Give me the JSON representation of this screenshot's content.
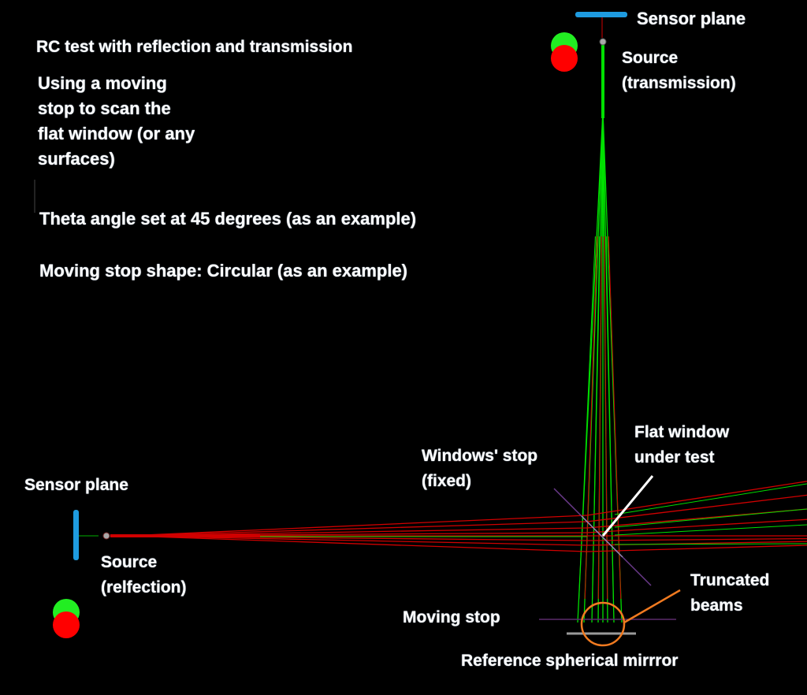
{
  "title": "RC test with reflection and transmission",
  "intro": "Using a moving\nstop to scan the\nflat window (or any\nsurfaces)",
  "notes": {
    "theta": "Theta angle set at 45 degrees (as an example)",
    "stop_shape": "Moving stop shape: Circular (as an example)"
  },
  "labels": {
    "sensor_plane_top": "Sensor plane",
    "source_transmission": "Source\n(transmission)",
    "flat_window": "Flat window\nunder test",
    "windows_stop": "Windows' stop\n(fixed)",
    "sensor_plane_left": "Sensor plane",
    "source_reflection": "Source\n(relfection)",
    "truncated_beams": "Truncated\nbeams",
    "moving_stop": "Moving stop",
    "reference_mirror": "Reference spherical mirrror"
  },
  "colors": {
    "background": "#000000",
    "sensor": "#1e9be0",
    "ray_green": "#00e000",
    "ray_red": "#d00000",
    "stop": "#5a2a6a",
    "mirror": "#9a9a9a",
    "callout_white": "#ffffff",
    "callout_orange": "#f07a20",
    "legend_green": "#22ee22",
    "legend_red": "#ff0000"
  },
  "parameters": {
    "theta_degrees": 45,
    "moving_stop_shape": "Circular"
  }
}
